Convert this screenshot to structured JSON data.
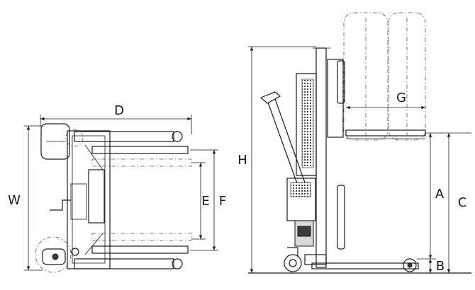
{
  "labels": {
    "D": "D",
    "W": "W",
    "E": "E",
    "F": "F",
    "H": "H",
    "G": "G",
    "A": "A",
    "B": "B",
    "C": "C"
  }
}
